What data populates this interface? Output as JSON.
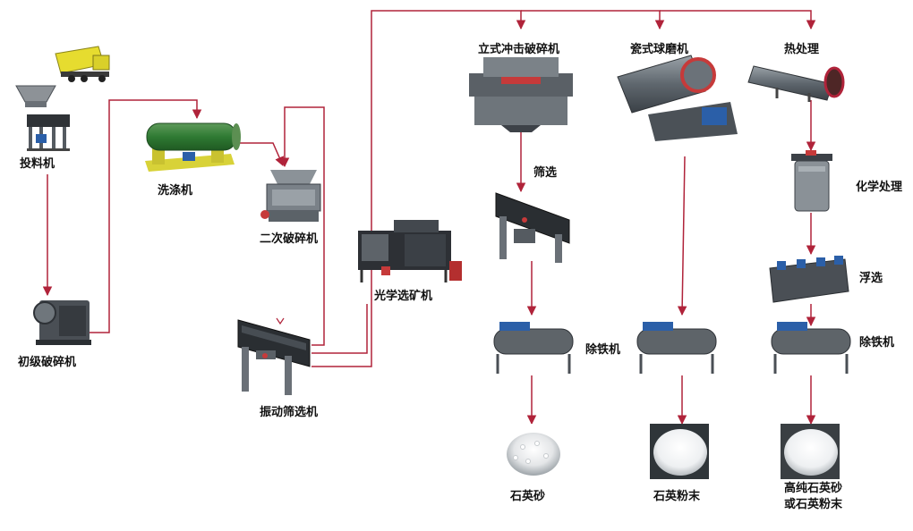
{
  "colors": {
    "flow_line": "#b0233a",
    "steel_dark": "#2f3337",
    "steel_mid": "#7d858c",
    "green": "#3c8a3a",
    "yellow": "#e2d92e",
    "blue": "#2b5fa8",
    "red": "#c63a3a"
  },
  "labels": {
    "feeder": "投料机",
    "primary_crusher": "初级破碎机",
    "washer": "洗涤机",
    "secondary_crusher": "二次破碎机",
    "optical_sorter": "光学选矿机",
    "vibrating_screen": "振动筛选机",
    "vsi_crusher": "立式冲击破碎机",
    "ball_mill": "瓷式球磨机",
    "heat_treatment": "热处理",
    "screening": "筛选",
    "chemical_treatment": "化学处理",
    "flotation": "浮选",
    "iron_removal_1": "除铁机",
    "iron_removal_2": "除铁机",
    "quartz_sand": "石英砂",
    "quartz_powder": "石英粉末",
    "high_purity": "高纯石英砂或石英粉末"
  },
  "icons": [
    "dump-truck-icon",
    "hopper-icon",
    "feeder-icon",
    "jaw-crusher-icon",
    "washer-icon",
    "cone-crusher-icon",
    "optical-sorter-icon",
    "vibrating-screen-icon",
    "vsi-crusher-icon",
    "ball-mill-icon",
    "rotary-kiln-icon",
    "screen-icon",
    "magnetic-separator-icon",
    "chemical-tank-icon",
    "flotation-cell-icon",
    "quartz-sand-icon",
    "quartz-powder-icon",
    "high-purity-quartz-icon"
  ]
}
